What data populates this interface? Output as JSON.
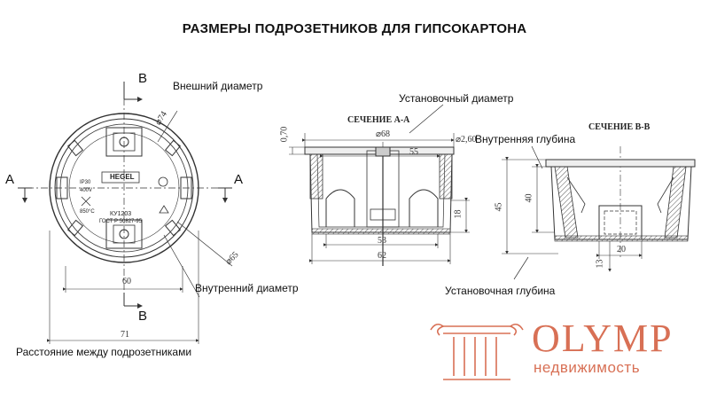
{
  "title": "РАЗМЕРЫ ПОДРОЗЕТНИКОВ ДЛЯ ГИПСОКАРТОНА",
  "labels": {
    "outer_diameter": "Внешний диаметр",
    "install_diameter": "Установочный диаметр",
    "inner_depth": "Внутренняя глубина",
    "inner_diameter": "Внутренний диаметр",
    "install_depth": "Установочная глубина",
    "box_spacing": "Расстояние между подрозетниками"
  },
  "sections": {
    "aa": "СЕЧЕНИЕ А-А",
    "bb": "СЕЧЕНИЕ В-В"
  },
  "section_marks": {
    "b_top": "B",
    "b_bottom": "B",
    "a_left": "A",
    "a_right": "A"
  },
  "dimensions": {
    "d74": "⌀74",
    "d65": "⌀65",
    "w60": "60",
    "w71": "71",
    "t070": "0,70",
    "d68": "⌀68",
    "d260": "⌀2,60",
    "w55": "55",
    "h18": "18",
    "w53": "53",
    "w62": "62",
    "h40": "40",
    "h45": "45",
    "w20": "20",
    "h13": "13"
  },
  "box_markings": {
    "brand": "HEGEL",
    "model": "КУ1203",
    "gost": "ГОСТ Р 50827-95",
    "ip": "IP30",
    "voltage": "400V",
    "temp": "850°C"
  },
  "logo": {
    "word": "OLYMP",
    "sub": "недвижимость"
  },
  "colors": {
    "logo": "#d87055",
    "lines": "#333333"
  }
}
